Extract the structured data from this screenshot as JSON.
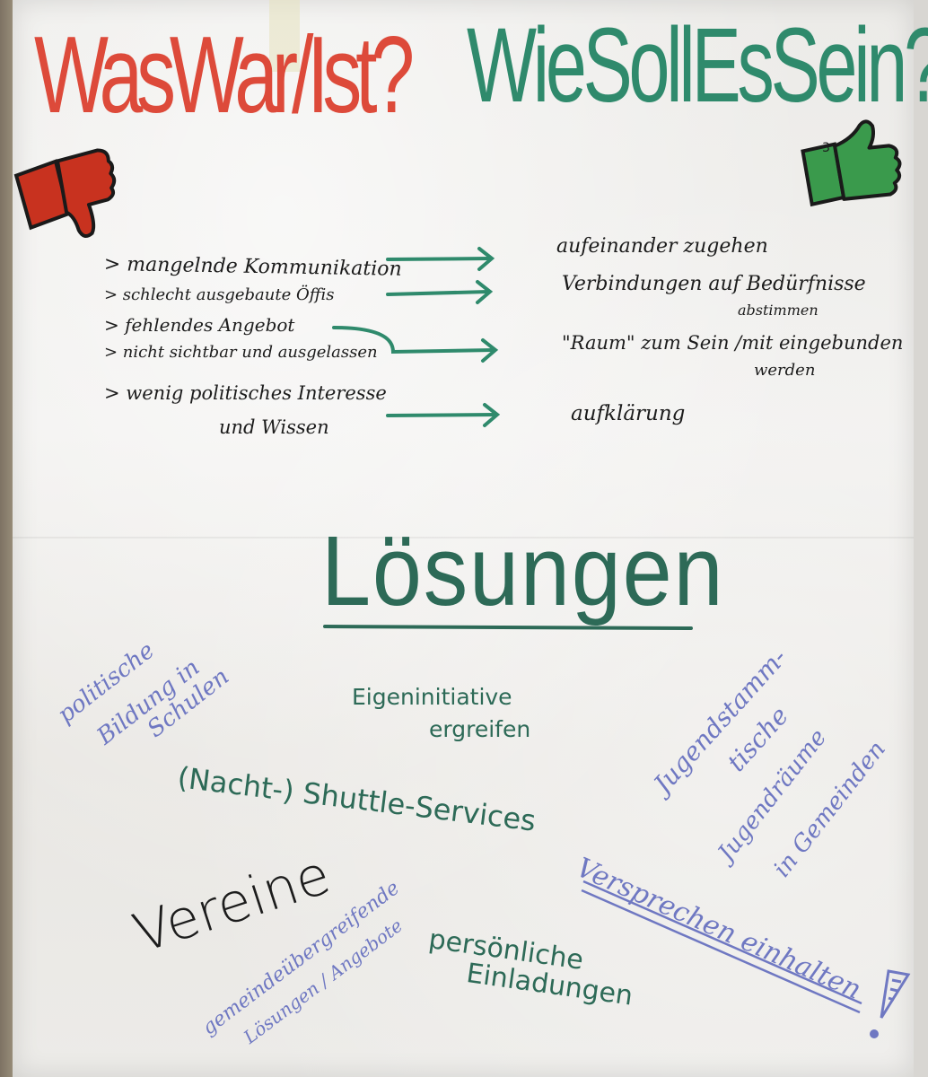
{
  "heading_left": "WasWar/Ist?",
  "heading_right": "WieSollEsSein?",
  "thumb_number": "3",
  "left_items": [
    "> mangelnde Kommunikation",
    "> schlecht ausgebaute Öffis",
    "> fehlendes Angebot",
    "> nicht sichtbar und ausgelassen",
    "> wenig politisches Interesse",
    "und Wissen"
  ],
  "right_items": [
    "aufeinander zugehen",
    "Verbindungen auf Bedürfnisse",
    "abstimmen",
    "\"Raum\" zum Sein /mit eingebunden",
    "werden",
    "aufklärung"
  ],
  "solutions_title": "Lösungen",
  "solutions": {
    "politische_1": "politische",
    "politische_2": "Bildung in",
    "politische_3": "Schulen",
    "eigen_1": "Eigeninitiative",
    "eigen_2": "ergreifen",
    "jugendstamm_1": "Jugendstamm-",
    "jugendstamm_2": "tische",
    "shuttle": "(Nacht-) Shuttle-Services",
    "jugendraeume_1": "Jugendräume",
    "jugendraeume_2": "in Gemeinden",
    "vereine": "Vereine",
    "gemeinde_1": "gemeindeübergreifende",
    "gemeinde_2": "Lösungen / Angebote",
    "persoenlich_1": "persönliche",
    "persoenlich_2": "Einladungen",
    "versprechen": "Versprechen einhalten"
  },
  "colors": {
    "red": "#dd4a3a",
    "green": "#2f8a6c",
    "dark_green": "#2d6a57",
    "black": "#1c1c1c",
    "blue": "#6f78c2",
    "thumb_red": "#c8321f",
    "thumb_green": "#3a9a4c"
  },
  "icons": [
    "thumbs-down-icon",
    "thumbs-up-icon"
  ]
}
